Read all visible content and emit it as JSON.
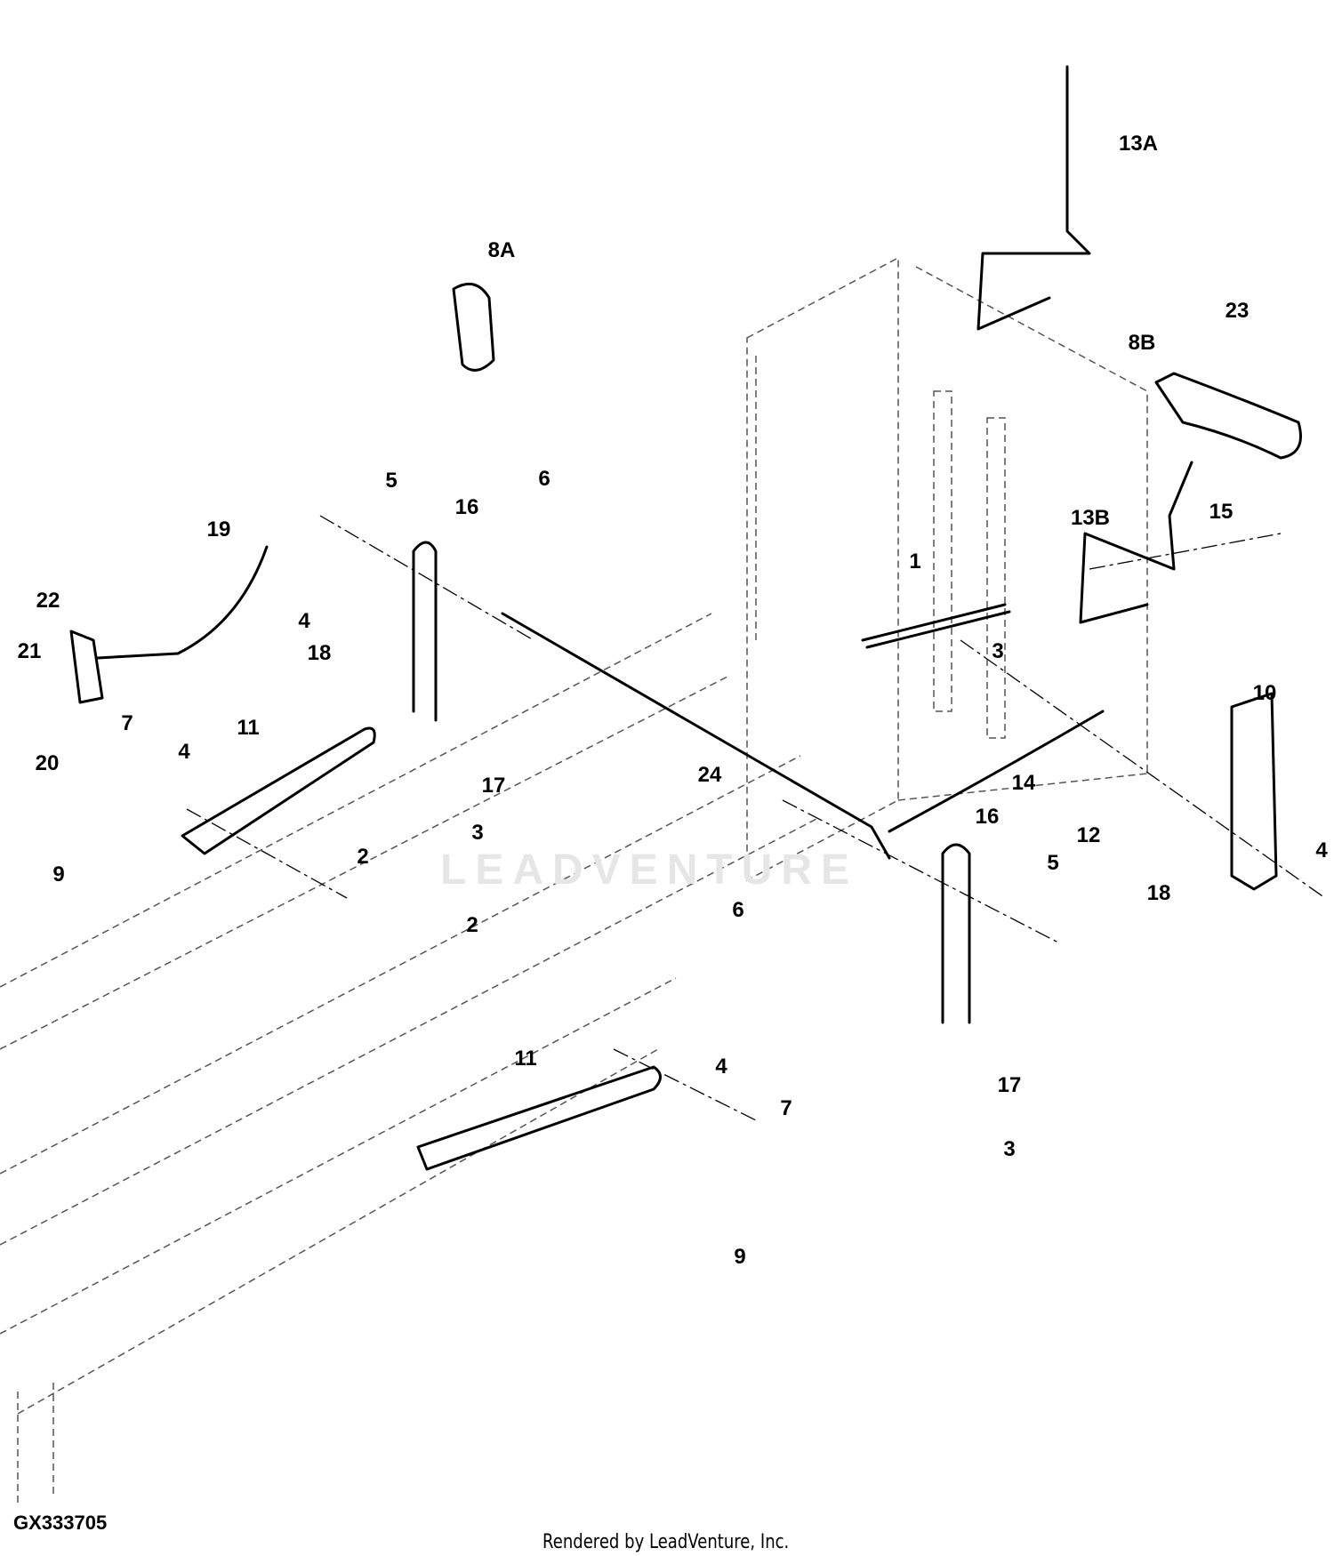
{
  "figure_id": "GX333705",
  "credit": "Rendered by LeadVenture, Inc.",
  "watermark": "LEADVENTURE",
  "callouts": [
    "13A",
    "8A",
    "23",
    "8B",
    "5",
    "16",
    "6",
    "19",
    "13B",
    "15",
    "1",
    "22",
    "4",
    "18",
    "21",
    "3",
    "10",
    "20",
    "7",
    "11",
    "4",
    "17",
    "24",
    "14",
    "3",
    "16",
    "12",
    "4",
    "9",
    "2",
    "5",
    "18",
    "6",
    "2",
    "11",
    "4",
    "17",
    "7",
    "3",
    "9"
  ]
}
